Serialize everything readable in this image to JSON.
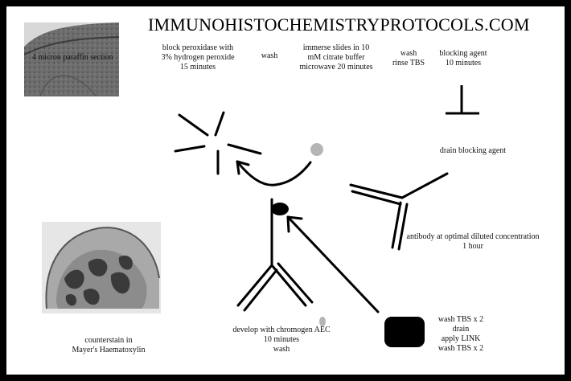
{
  "title": "IMMUNOHISTOCHEMISTRYPROTOCOLS.COM",
  "steps": {
    "section": "4 micron paraffin section",
    "block_l1": "block peroxidase with",
    "block_l2": "3% hydrogen peroxide",
    "block_l3": "15 minutes",
    "wash1": "wash",
    "immerse_l1": "immerse slides in 10",
    "immerse_l2": "mM citrate buffer",
    "immerse_l3": "microwave 20 minutes",
    "wash2_l1": "wash",
    "wash2_l2": "rinse TBS",
    "blocking_l1": "blocking agent",
    "blocking_l2": "10 minutes",
    "drain": "drain blocking agent",
    "antibody_l1": "antibody at optimal diluted concentration",
    "antibody_l2": "1 hour",
    "link_l1": "wash TBS x 2",
    "link_l2": "drain",
    "link_l3": "apply LINK",
    "link_l4": "wash TBS x 2",
    "develop_l1": "develop with chromogen AEC",
    "develop_l2": "10 minutes",
    "develop_l3": "wash",
    "counter_l1": "counterstain in",
    "counter_l2": "Mayer's Haematoxylin"
  },
  "colors": {
    "border": "#000000",
    "background": "#ffffff",
    "blob": "#000000",
    "dot": "#b5b5b5"
  }
}
